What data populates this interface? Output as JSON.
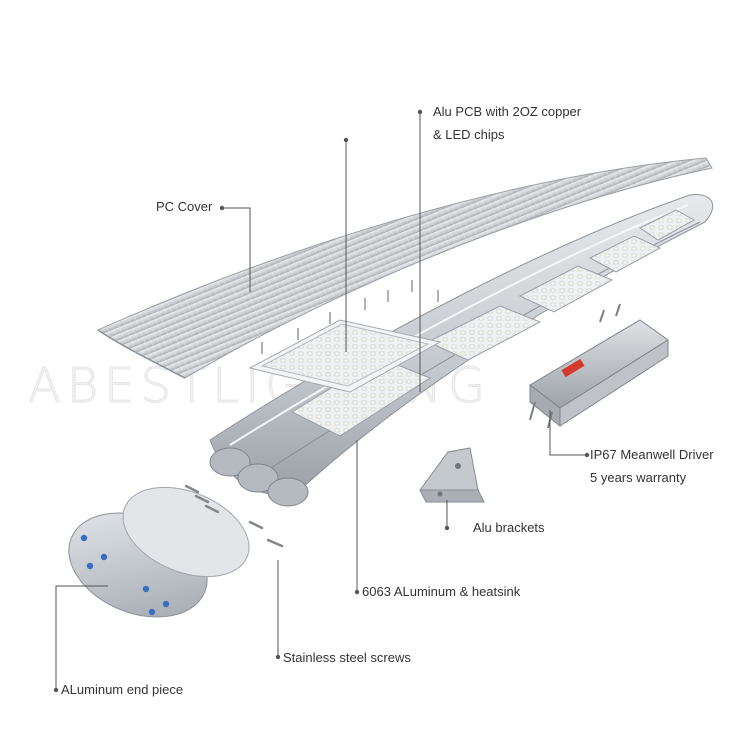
{
  "watermark": "ABESTLIGHTING",
  "labels": {
    "pcb_line1": "Alu PCB with 2OZ copper",
    "pcb_line2": "& LED chips",
    "pc_cover": "PC Cover",
    "driver_line1": "IP67 Meanwell Driver",
    "driver_line2": "5 years warranty",
    "brackets": "Alu brackets",
    "heatsink": "6063 ALuminum & heatsink",
    "screws": "Stainless steel screws",
    "end_piece": "ALuminum end piece"
  },
  "colors": {
    "leader_line": "#555555",
    "aluminum": "#c9ced3",
    "cover": "#d6d9dc",
    "led_board": "#e4e7e9",
    "driver_body": "#b8bcc0"
  }
}
